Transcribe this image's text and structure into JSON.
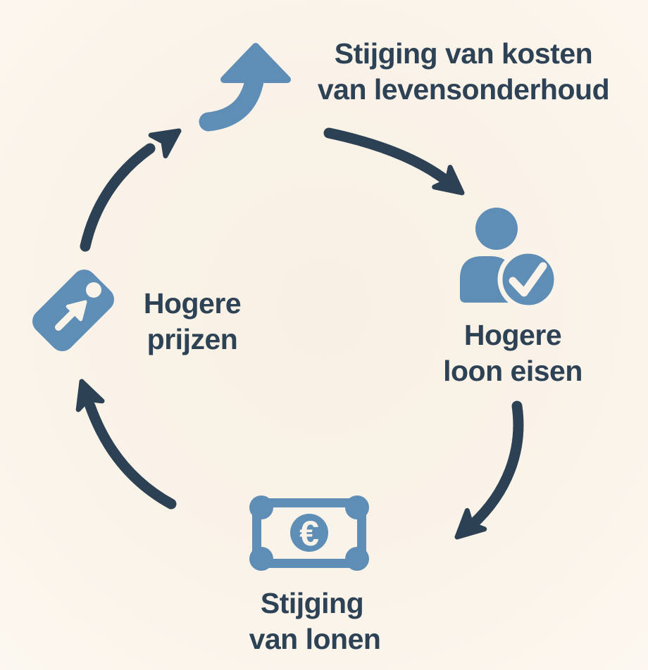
{
  "colors": {
    "bg": "#faf3ea",
    "blue": "#5e8db6",
    "navy": "#2d4154",
    "text": "#2e4256",
    "cream": "#faf3ea"
  },
  "nodes": {
    "cost_of_living": {
      "line1": "Stijging van kosten",
      "line2": "van levensonderhoud",
      "icon": "trend-up-arrow"
    },
    "wage_demands": {
      "line1": "Hogere",
      "line2": "loon eisen",
      "icon": "person-check"
    },
    "wage_rise": {
      "line1": "Stijging",
      "line2": "van lonen",
      "icon": "euro-banknote"
    },
    "higher_prices": {
      "line1": "Hogere",
      "line2": "prijzen",
      "icon": "price-tag"
    }
  },
  "icons": {
    "euro_symbol": "€"
  }
}
